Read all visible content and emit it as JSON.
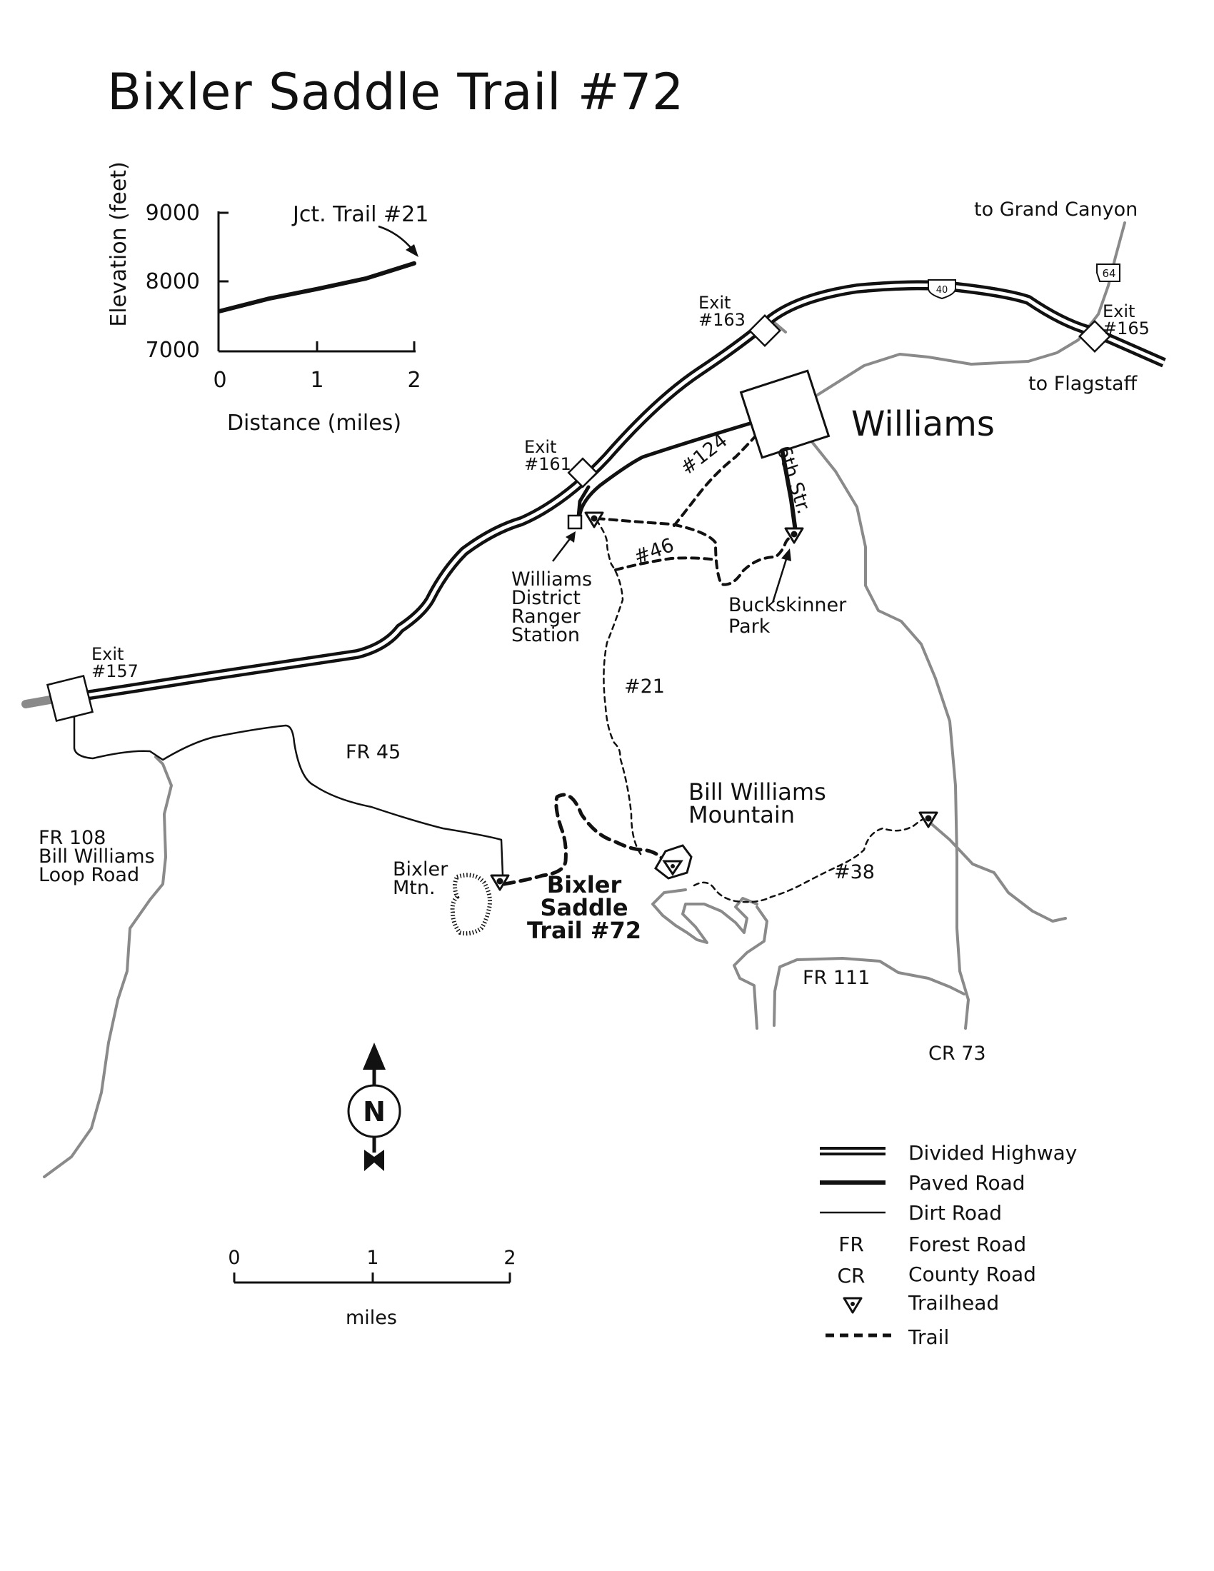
{
  "title": "Bixler Saddle Trail #72",
  "elevation_profile": {
    "ylabel": "Elevation (feet)",
    "xlabel": "Distance (miles)",
    "y_ticks": [
      "9000",
      "8000",
      "7000"
    ],
    "x_ticks": [
      "0",
      "1",
      "2"
    ],
    "annotation": "Jct. Trail #21",
    "chart_data": {
      "type": "line",
      "x": [
        0,
        0.5,
        1,
        1.5,
        2
      ],
      "y": [
        7580,
        7760,
        7900,
        8050,
        8270
      ],
      "xlim": [
        0,
        2
      ],
      "ylim": [
        7000,
        9000
      ]
    }
  },
  "labels": {
    "to_grand_canyon": "to Grand Canyon",
    "to_flagstaff": "to Flagstaff",
    "williams": "Williams",
    "exit_163": [
      "Exit",
      "#163"
    ],
    "exit_165": [
      "Exit",
      "#165"
    ],
    "exit_161": [
      "Exit",
      "#161"
    ],
    "exit_157": [
      "Exit",
      "#157"
    ],
    "i40_shield": "40",
    "us64_shield": "64",
    "trail_124": "#124",
    "trail_46": "#46",
    "sixth_str": "6th Str.",
    "ranger_station": [
      "Williams",
      "District",
      "Ranger",
      "Station"
    ],
    "buckskinner": [
      "Buckskinner",
      "Park"
    ],
    "trail_21": "#21",
    "fr45": "FR 45",
    "bill_williams_mtn": [
      "Bill Williams",
      "Mountain"
    ],
    "fr108": [
      "FR 108",
      "Bill Williams",
      "Loop Road"
    ],
    "bixler_mtn": [
      "Bixler",
      "Mtn."
    ],
    "bixler_saddle": [
      "Bixler",
      "Saddle",
      "Trail #72"
    ],
    "trail_38": "#38",
    "fr111": "FR 111",
    "cr73": "CR 73",
    "north": "N"
  },
  "scale": {
    "ticks": [
      "0",
      "1",
      "2"
    ],
    "unit": "miles"
  },
  "legend": [
    {
      "symbol": "divided-highway",
      "label": "Divided Highway"
    },
    {
      "symbol": "paved-road",
      "label": "Paved Road"
    },
    {
      "symbol": "dirt-road",
      "label": "Dirt Road"
    },
    {
      "symbol": "FR",
      "label": "Forest Road"
    },
    {
      "symbol": "CR",
      "label": "County Road"
    },
    {
      "symbol": "trailhead",
      "label": "Trailhead"
    },
    {
      "symbol": "trail",
      "label": "Trail"
    }
  ]
}
